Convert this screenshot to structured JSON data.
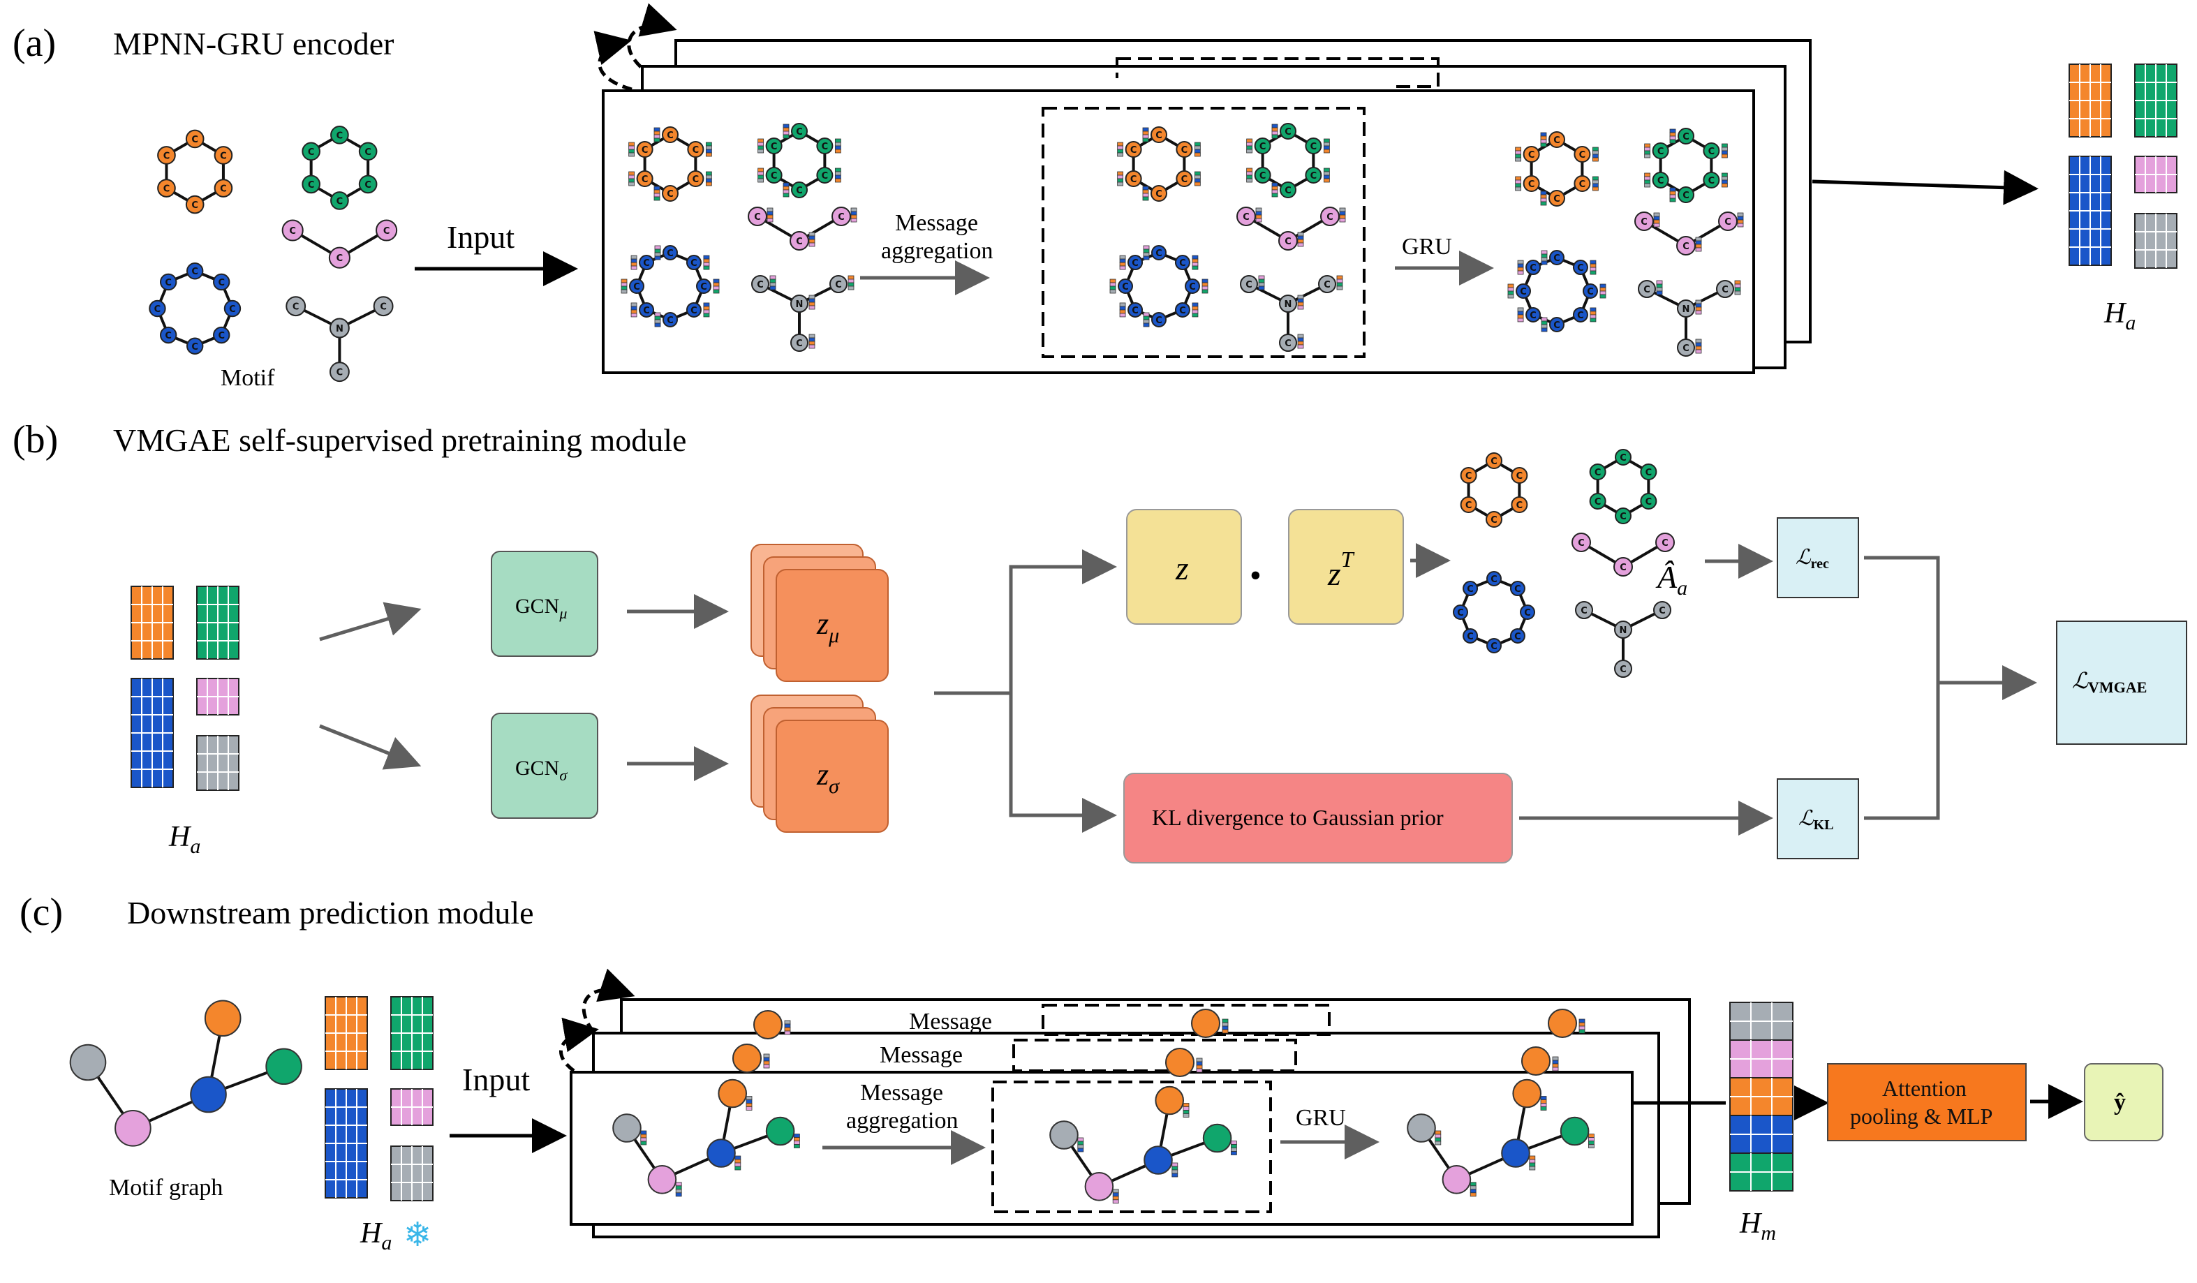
{
  "colors": {
    "orange": "#f4862c",
    "green": "#10a66c",
    "blue": "#1a56c9",
    "purple": "#e4a1dc",
    "gray": "#a6adb4",
    "gcn": "#a6dcc2",
    "z_fill": "#f5905c",
    "zz_fill": "#f4e196",
    "kl_fill": "#f58585",
    "loss_fill": "#d9f0f5",
    "attn_fill": "#f7781e",
    "yhat_fill": "#e8f4b6"
  },
  "panel_a": {
    "label": "(a)",
    "title": "MPNN-GRU encoder",
    "motif_label": "Motif",
    "input_label": "Input",
    "msg_agg_line1": "Message",
    "msg_agg_line2": "aggregation",
    "gru_label": "GRU",
    "ha_label": "H",
    "ha_sub": "a",
    "atom_c": "C",
    "atom_n": "N"
  },
  "panel_b": {
    "label": "(b)",
    "title": "VMGAE self-supervised pretraining module",
    "ha_label": "H",
    "ha_sub": "a",
    "gcn_mu": "GCN",
    "gcn_mu_sub": "μ",
    "gcn_sigma": "GCN",
    "gcn_sigma_sub": "σ",
    "z_mu": "z",
    "z_mu_sub": "μ",
    "z_sigma": "z",
    "z_sigma_sub": "σ",
    "z": "z",
    "dot": "•",
    "zt": "z",
    "zt_sup": "T",
    "a_hat": "Â",
    "a_hat_sub": "a",
    "kl_box": "KL divergence to Gaussian prior",
    "l_rec": "ℒ",
    "l_rec_sub": "rec",
    "l_kl": "ℒ",
    "l_kl_sub": "KL",
    "l_vmgae": "ℒ",
    "l_vmgae_sub": "VMGAE"
  },
  "panel_c": {
    "label": "(c)",
    "title": "Downstream prediction module",
    "motif_graph_label": "Motif graph",
    "input_label": "Input",
    "ha_label": "H",
    "ha_sub": "a",
    "snowflake": "❄",
    "message_back1": "Message",
    "message_back2": "Message",
    "msg_agg_line1": "Message",
    "msg_agg_line2": "aggregation",
    "gru_label": "GRU",
    "hm_label": "H",
    "hm_sub": "m",
    "attn_line1": "Attention",
    "attn_line2": "pooling & MLP",
    "yhat": "ŷ"
  }
}
